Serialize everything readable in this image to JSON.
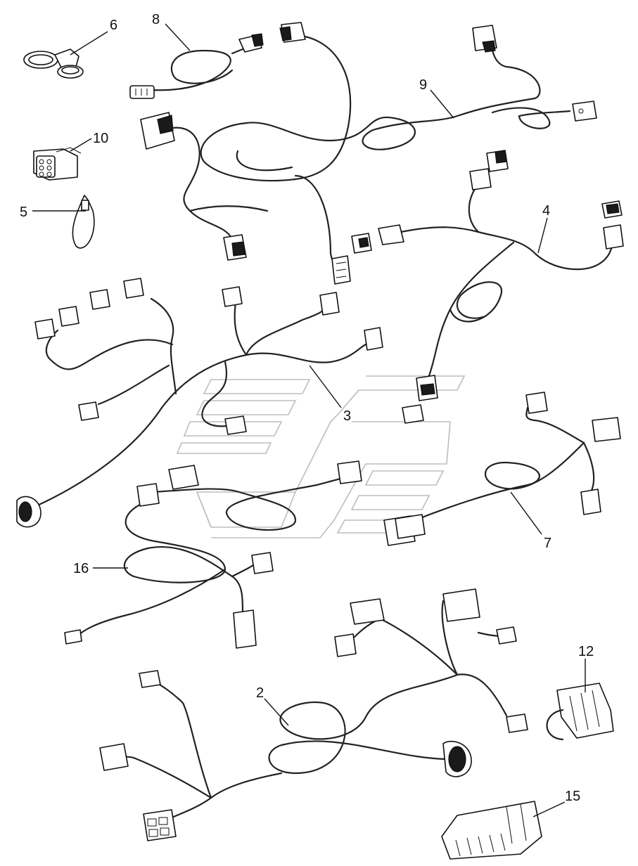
{
  "diagram": {
    "callouts": [
      {
        "id": "c6",
        "text": "6"
      },
      {
        "id": "c8",
        "text": "8"
      },
      {
        "id": "c9",
        "text": "9"
      },
      {
        "id": "c10",
        "text": "10"
      },
      {
        "id": "c5",
        "text": "5"
      },
      {
        "id": "c4",
        "text": "4"
      },
      {
        "id": "c3",
        "text": "3"
      },
      {
        "id": "c7",
        "text": "7"
      },
      {
        "id": "c16",
        "text": "16"
      },
      {
        "id": "c12",
        "text": "12"
      },
      {
        "id": "c2",
        "text": "2"
      },
      {
        "id": "c15",
        "text": "15"
      }
    ],
    "style": {
      "line_color": "#222222",
      "watermark_color": "#bdbdbd",
      "background": "#ffffff"
    }
  }
}
